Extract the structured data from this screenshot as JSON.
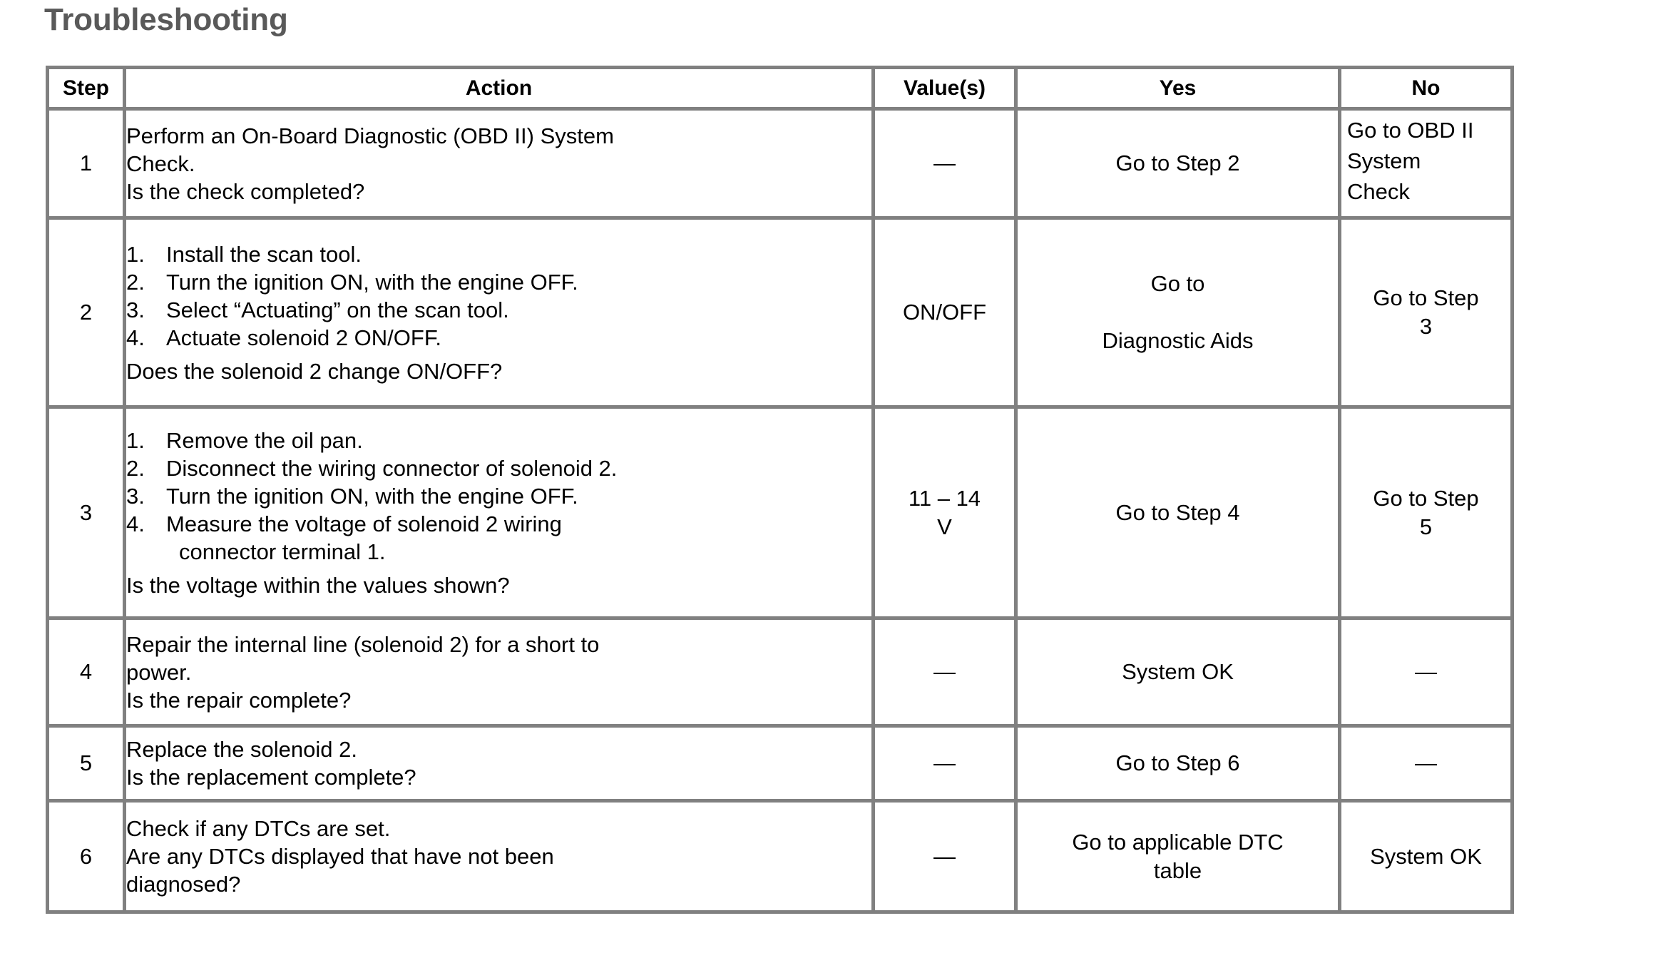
{
  "page_title": "Troubleshooting",
  "colors": {
    "title": "#595959",
    "border": "#808080",
    "text": "#000000",
    "background": "#ffffff"
  },
  "table": {
    "headers": {
      "step": "Step",
      "action": "Action",
      "value": "Value(s)",
      "yes": "Yes",
      "no": "No"
    },
    "rows": [
      {
        "step": "1",
        "action": {
          "paragraphs": [
            "Perform an On-Board Diagnostic (OBD II) System",
            "Check."
          ],
          "question": "Is the check completed?"
        },
        "value": "—",
        "yes": "Go to Step 2",
        "no_lines": [
          "Go to OBD II",
          "System",
          "Check"
        ],
        "no_prefix": "Go to",
        "no_target": "OBD II System Check"
      },
      {
        "step": "2",
        "action": {
          "items": [
            "Install the scan tool.",
            "Turn the ignition ON, with the engine OFF.",
            "Select “Actuating” on the scan tool.",
            "Actuate solenoid 2 ON/OFF."
          ],
          "question": "Does the solenoid 2 change ON/OFF?"
        },
        "value": "ON/OFF",
        "yes_lines": [
          "Go to",
          "Diagnostic Aids"
        ],
        "no_lines": [
          "Go to Step",
          "3"
        ]
      },
      {
        "step": "3",
        "action": {
          "items": [
            "Remove the oil pan.",
            "Disconnect the wiring connector of solenoid 2.",
            "Turn the ignition ON, with the engine OFF.",
            "Measure the voltage of solenoid 2 wiring|connector terminal 1."
          ],
          "question": "Is the voltage within the values shown?"
        },
        "value_lines": [
          "11 – 14",
          "V"
        ],
        "yes": "Go to Step 4",
        "no_lines": [
          "Go to Step",
          "5"
        ]
      },
      {
        "step": "4",
        "action": {
          "paragraphs": [
            "Repair the internal line (solenoid 2) for a short to",
            "power."
          ],
          "question": "Is the repair complete?"
        },
        "value": "—",
        "yes": "System OK",
        "no": "—"
      },
      {
        "step": "5",
        "action": {
          "paragraphs": [
            "Replace the solenoid 2."
          ],
          "question": "Is the replacement complete?"
        },
        "value": "—",
        "yes": "Go to Step 6",
        "no": "—"
      },
      {
        "step": "6",
        "action": {
          "paragraphs": [
            "Check if any DTCs are set."
          ],
          "question_lines": [
            "Are any DTCs displayed that have not been",
            "diagnosed?"
          ]
        },
        "value": "—",
        "yes_lines": [
          "Go to applicable DTC",
          "table"
        ],
        "no": "System OK"
      }
    ]
  }
}
